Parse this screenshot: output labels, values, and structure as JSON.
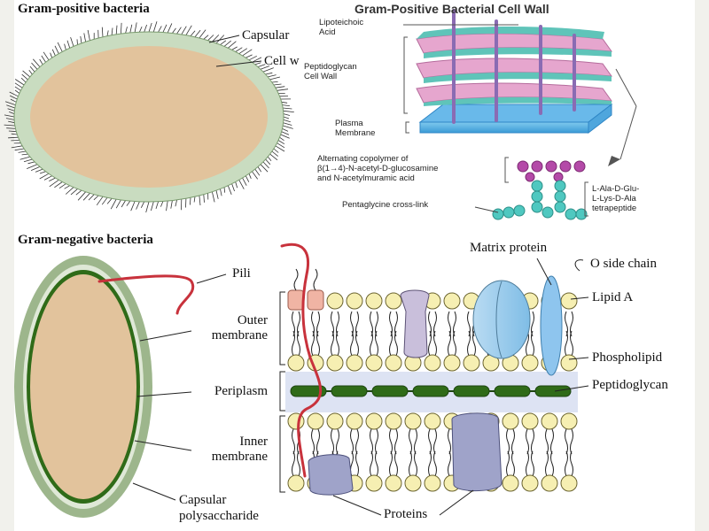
{
  "gram_positive": {
    "title": "Gram-positive bacteria",
    "labels": {
      "capsular": "Capsular",
      "cell_wall": "Cell w"
    }
  },
  "cell_wall_panel": {
    "title": "Gram-Positive Bacterial Cell Wall",
    "labels": {
      "lipoteichoic_1": "Lipoteichoic",
      "lipoteichoic_2": "Acid",
      "peptidoglycan_1": "Peptidoglycan",
      "peptidoglycan_2": "Cell Wall",
      "plasma_1": "Plasma",
      "plasma_2": "Membrane",
      "copolymer_1": "Alternating copolymer of",
      "copolymer_2": "β(1→4)-N-acetyl-D-glucosamine",
      "copolymer_3": "and N-acetylmuramic acid",
      "crosslink": "Pentaglycine cross-link",
      "tetrapeptide_1": "L-Ala-D-Glu-",
      "tetrapeptide_2": "L-Lys-D-Ala",
      "tetrapeptide_3": "tetrapeptide"
    }
  },
  "gram_negative": {
    "title": "Gram-negative bacteria",
    "labels": {
      "pili": "Pili",
      "outer_membrane_1": "Outer",
      "outer_membrane_2": "membrane",
      "periplasm": "Periplasm",
      "inner_membrane_1": "Inner",
      "inner_membrane_2": "membrane",
      "capsular_1": "Capsular",
      "capsular_2": "polysaccharide",
      "matrix_protein": "Matrix protein",
      "o_side_chain": "O side chain",
      "lipid_a": "Lipid A",
      "phospholipid": "Phospholipid",
      "peptidoglycan": "Peptidoglycan",
      "proteins": "Proteins"
    }
  },
  "colors": {
    "cytoplasm": "#e2c39c",
    "wall_green": "#c9dcc0",
    "dark_green": "#3d6b1f",
    "pili_red": "#c8323c",
    "lipid_head": "#f6efb2",
    "lipid_a": "#f0b4a4",
    "periplasm": "#dde3f3"
  }
}
